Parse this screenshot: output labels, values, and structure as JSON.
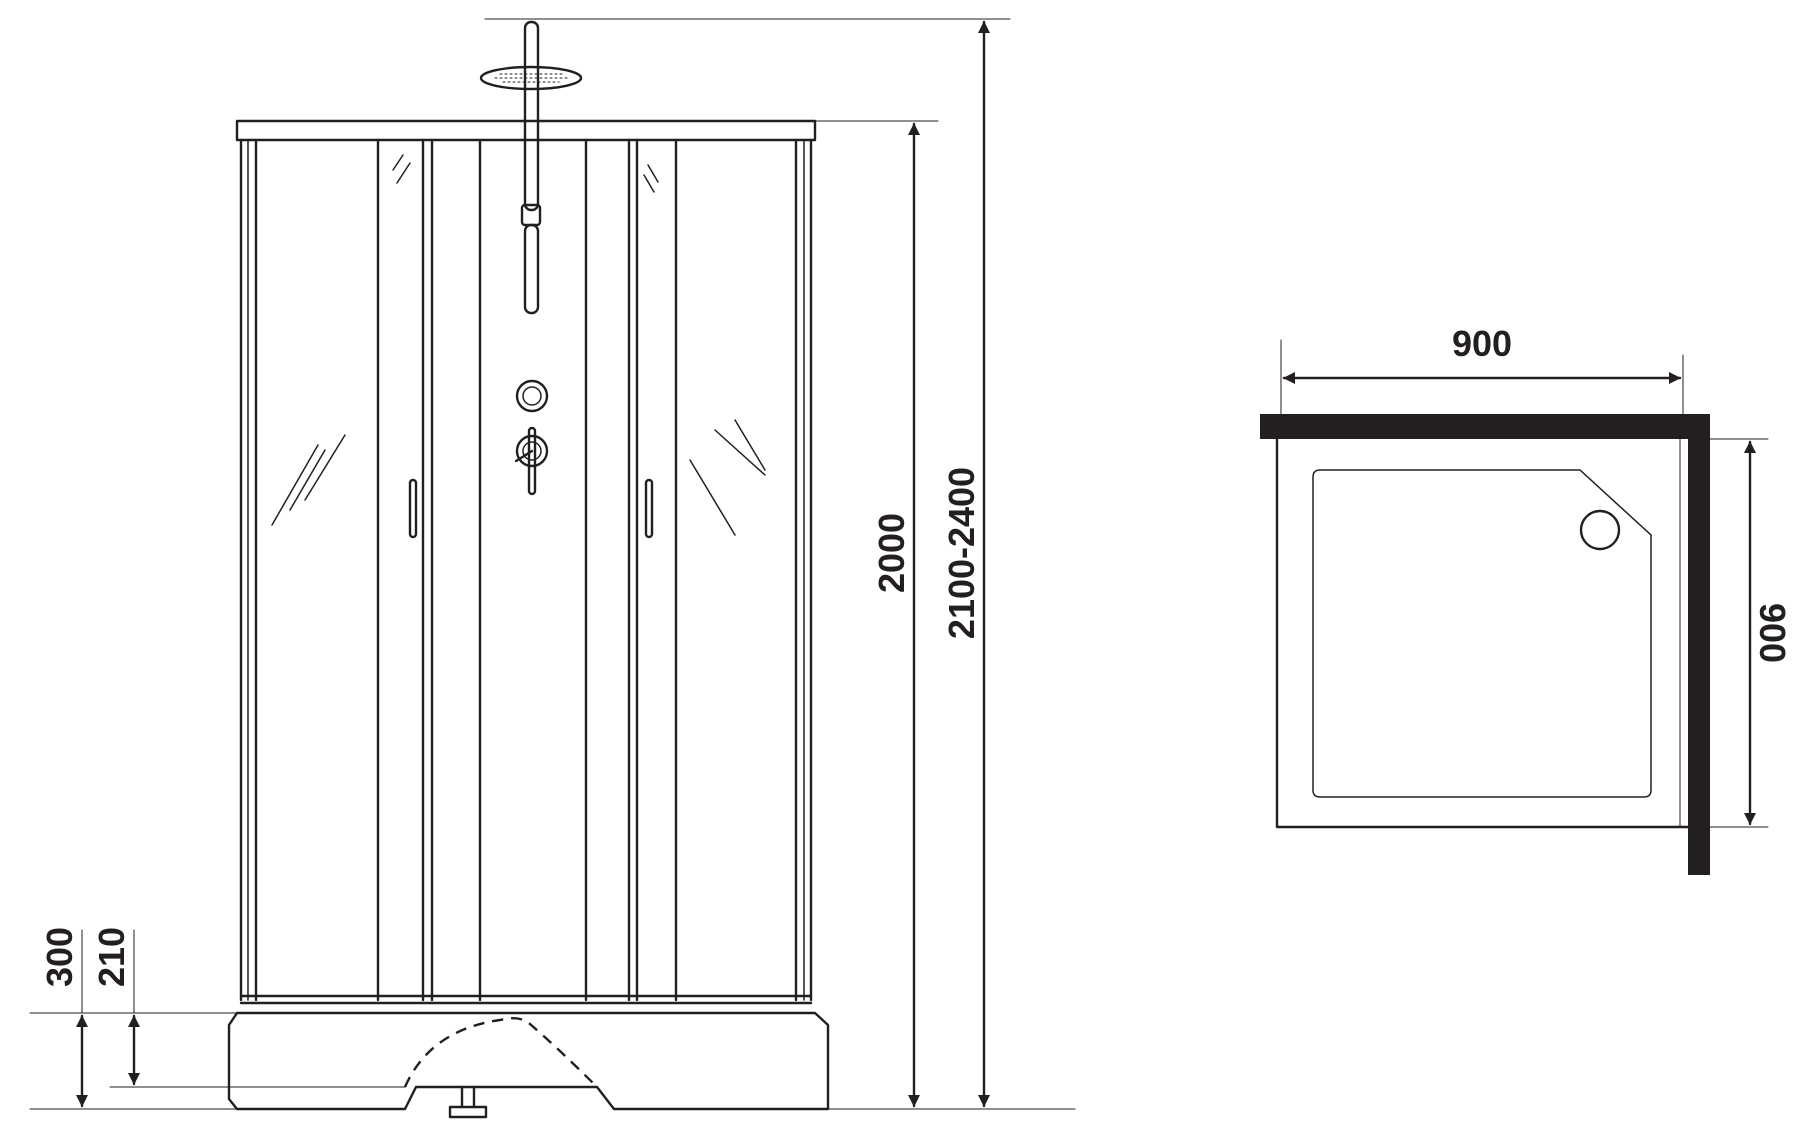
{
  "front_view": {
    "dimensions": {
      "total_height_label": "2100-2400",
      "cabin_height_label": "2000",
      "tray_height_label": "300",
      "inner_height_label": "210"
    }
  },
  "top_view": {
    "dimensions": {
      "width_label": "900",
      "depth_label": "900"
    }
  },
  "colors": {
    "line": "#231f20",
    "background": "#ffffff"
  }
}
